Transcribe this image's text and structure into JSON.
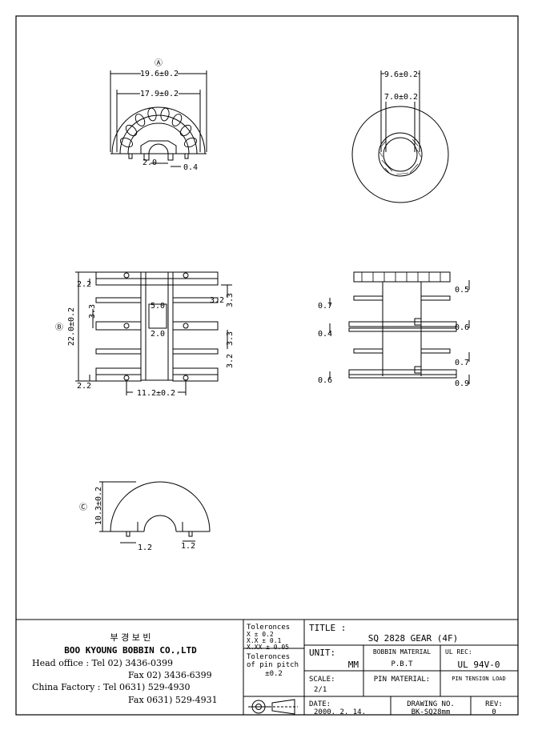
{
  "labels": {
    "a": "Ⓐ",
    "b": "Ⓑ",
    "c": "Ⓒ"
  },
  "top_left": {
    "outer_width": "19.6±0.2",
    "inner_width": "17.9±0.2",
    "slot": "2.0",
    "pin": "0.4"
  },
  "top_right": {
    "outer_width": "9.6±0.2",
    "inner_width": "7.0±0.2"
  },
  "mid_left": {
    "height": "22.0±0.2",
    "d1": "2.2",
    "d2": "3.3",
    "d3": "5.0",
    "d4": "2.0",
    "d5": "3.2",
    "d6": "3.3",
    "d7": "3.3",
    "d8": "3.2",
    "d9": "2.2",
    "bottom": "11.2±0.2"
  },
  "mid_right": {
    "r1": "0.5",
    "l1": "0.7",
    "l2": "0.4",
    "r2": "0.6",
    "r3": "0.7",
    "l3": "0.6",
    "r4": "0.9"
  },
  "bottom_view": {
    "height": "10.3±0.2",
    "pin1": "1.2",
    "pin2": "1.2"
  },
  "company": {
    "korean": "부 경 보 빈",
    "name": "BOO KYOUNG BOBBIN CO.,LTD",
    "line1": "Head office   : Tel  02) 3436-0399",
    "line2": "Fax  02) 3436-6399",
    "line3": "China Factory : Tel 0631) 529-4930",
    "line4": "Fax 0631) 529-4931"
  },
  "tolerances": {
    "title": "Toleronces",
    "x": "X    ± 0.2",
    "xx": "X.X   ± 0.1",
    "xxx": "X.XX  ± 0.05",
    "pitch_title1": "Toleronces",
    "pitch_title2": "of pin pitch",
    "pitch_value": "±0.2"
  },
  "title_block": {
    "title_label": "TITLE :",
    "title_value": "SQ 2828 GEAR (4F)",
    "unit_label": "UNIT:",
    "unit_value": "MM",
    "bobbin_label": "BOBBIN MATERIAL",
    "bobbin_value": "P.B.T",
    "ul_label": "UL REC:",
    "ul_value": "UL 94V-0",
    "scale_label": "SCALE:",
    "scale_value": "2/1",
    "pin_material": "PIN MATERIAL:",
    "pin_tension": "PIN TENSION LOAD",
    "date_label": "DATE:",
    "date_value": "2000. 2. 14.",
    "drawing_label": "DRAWING NO.",
    "drawing_value": "BK-SQ28mm",
    "rev_label": "REV:",
    "rev_value": "0"
  }
}
